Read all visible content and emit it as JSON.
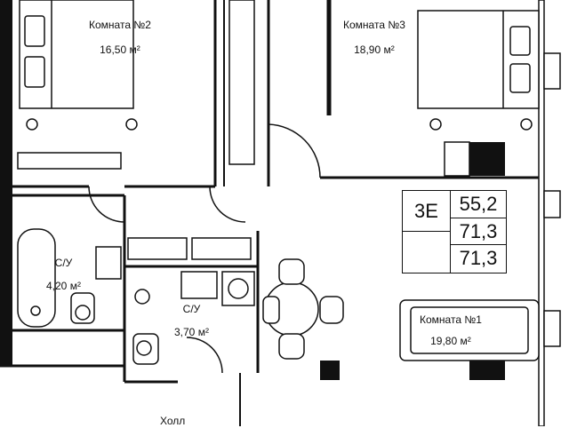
{
  "rooms": {
    "room2": {
      "name": "Комната №2",
      "area": "16,50 м²"
    },
    "room3": {
      "name": "Комната №3",
      "area": "18,90 м²"
    },
    "bath1": {
      "name": "С/У",
      "area": "4,20 м²"
    },
    "bath2": {
      "name": "С/У",
      "area": "3,70 м²"
    },
    "room1": {
      "name": "Комната №1",
      "area": "19,80 м²"
    },
    "hall": {
      "name": "Холл"
    }
  },
  "info": {
    "type": "3Е",
    "area_living": "55,2",
    "area_total": "71,3",
    "area_total2": "71,3"
  },
  "colors": {
    "wall": "#111111",
    "line": "#222222",
    "background": "#ffffff"
  }
}
